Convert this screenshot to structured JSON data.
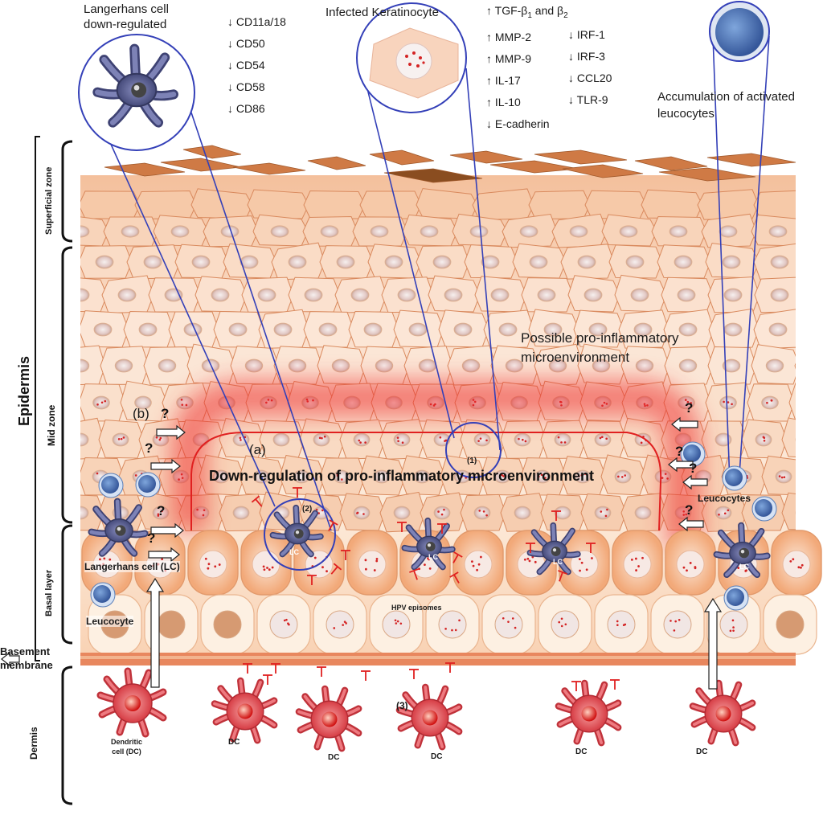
{
  "zones": {
    "epidermis": "Epidermis",
    "superficial": "Superficial zone",
    "mid": "Mid zone",
    "basal": "Basal layer",
    "dermis": "Dermis",
    "basement": [
      "Basement",
      "membrane"
    ]
  },
  "callouts": {
    "lc_title": [
      "Langerhans cell",
      "down-regulated"
    ],
    "lc_markers": [
      "CD11a/18",
      "CD50",
      "CD54",
      "CD58",
      "CD86"
    ],
    "keratinocyte_title": "Infected Keratinocyte",
    "kc_up": [
      "MMP-2",
      "MMP-9",
      "IL-17",
      "IL-10"
    ],
    "kc_tgf": {
      "prefix": "TGF-β",
      "sub1": "1",
      "mid": " and β",
      "sub2": "2"
    },
    "kc_ecad": "E-cadherin",
    "kc_down": [
      "IRF-1",
      "IRF-3",
      "CCL20",
      "TLR-9"
    ],
    "accumulation": [
      "Accumulation of activated",
      "leucocytes"
    ]
  },
  "labels": {
    "possible": [
      "Possible pro-inflammatory",
      "microenvironment"
    ],
    "downreg": "Down-regulation of pro-inflammatory microenvironment",
    "a": "(a)",
    "b": "(b)",
    "n1": "(1)",
    "n2": "(2)",
    "n3": "(3)",
    "lc_cell": "Langerhans cell (LC)",
    "leucocyte": "Leucocyte",
    "leucocytes": "Leucocytes",
    "hpv": "HPV episomes",
    "dc_first": [
      "Dendritic",
      "cell (DC)"
    ],
    "dc": "DC",
    "lc_abbr": "LC",
    "question": "?"
  },
  "icons": {
    "up_arrow": "↑",
    "down_arrow": "↓"
  },
  "colors": {
    "skin_light": "#fbe3d0",
    "skin_mid": "#f6c3a0",
    "cell_border": "#d88a5c",
    "inflammation": "#e83a3a",
    "zoom_line": "#3440b8",
    "lc_body": "#5b5f8e",
    "dc_body": "#e0454a",
    "leucocyte": "#4f78b8"
  }
}
